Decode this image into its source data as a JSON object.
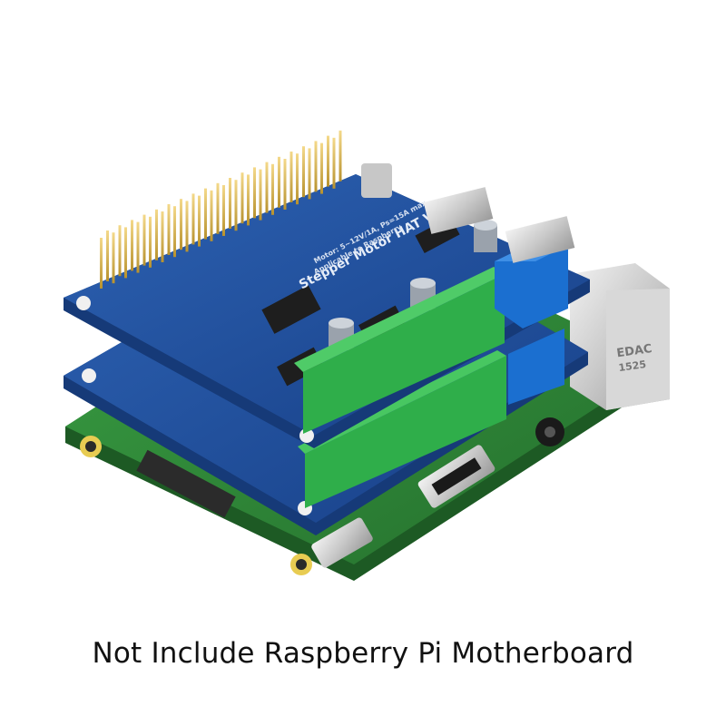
{
  "caption": "Not Include Raspberry Pi Motherboard",
  "silkscreen": {
    "hat_name": "Stepper Motor HAT V0.1",
    "rating": "Motor: 5~12V/1A, Ps=15A max",
    "compat": "Applicable to Raspberry",
    "rj45_brand": "EDAC",
    "rj45_code": "1525"
  },
  "colors": {
    "background": "#ffffff",
    "hat_blue": "#1f4e9a",
    "pi_green": "#2f8a3a",
    "terminal_green": "#2fae4a",
    "terminal_blue": "#1b6fd0"
  },
  "icons": {
    "terminal": "screw-terminal-block",
    "capacitor": "electrolytic-capacitor",
    "header": "gpio-pin-header"
  }
}
